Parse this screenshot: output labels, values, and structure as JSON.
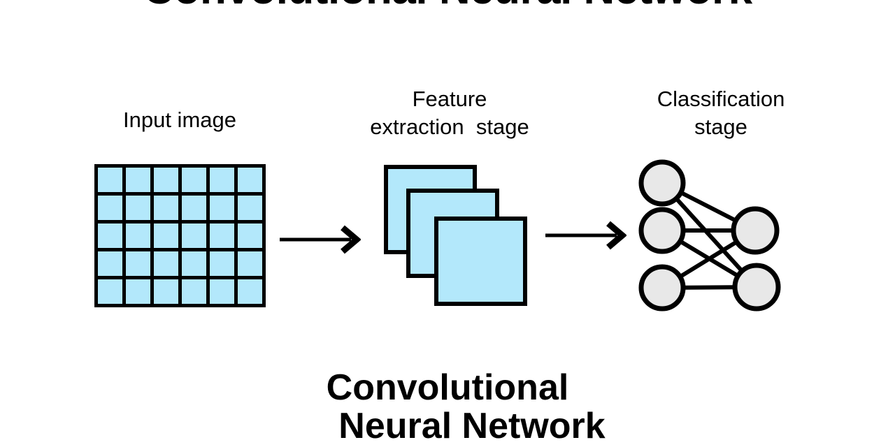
{
  "figure": {
    "top_title": "Convolutional Neural Network",
    "caption_line1": "Convolutional",
    "caption_line2": "Neural Network",
    "background_color": "#ffffff",
    "ink_color": "#000000"
  },
  "stages": {
    "input": {
      "label": "Input image",
      "grid": {
        "columns": 6,
        "rows": 5,
        "cell_count": 30,
        "cell_color": "#b3e8fb",
        "line_color": "#000000"
      }
    },
    "feature_extraction": {
      "label_line1": "Feature",
      "label_line2": "extraction  stage",
      "feature_maps": {
        "count": 3,
        "fill_color": "#b3e8fb",
        "border_color": "#000000"
      }
    },
    "classification": {
      "label_line1": "Classification",
      "label_line2": "stage",
      "network": {
        "input_nodes": 3,
        "output_nodes": 2,
        "connections": 6,
        "node_fill": "#e8e8e8",
        "node_stroke": "#000000"
      }
    }
  },
  "connectors": {
    "arrow1": "arrow-right",
    "arrow2": "arrow-right"
  }
}
